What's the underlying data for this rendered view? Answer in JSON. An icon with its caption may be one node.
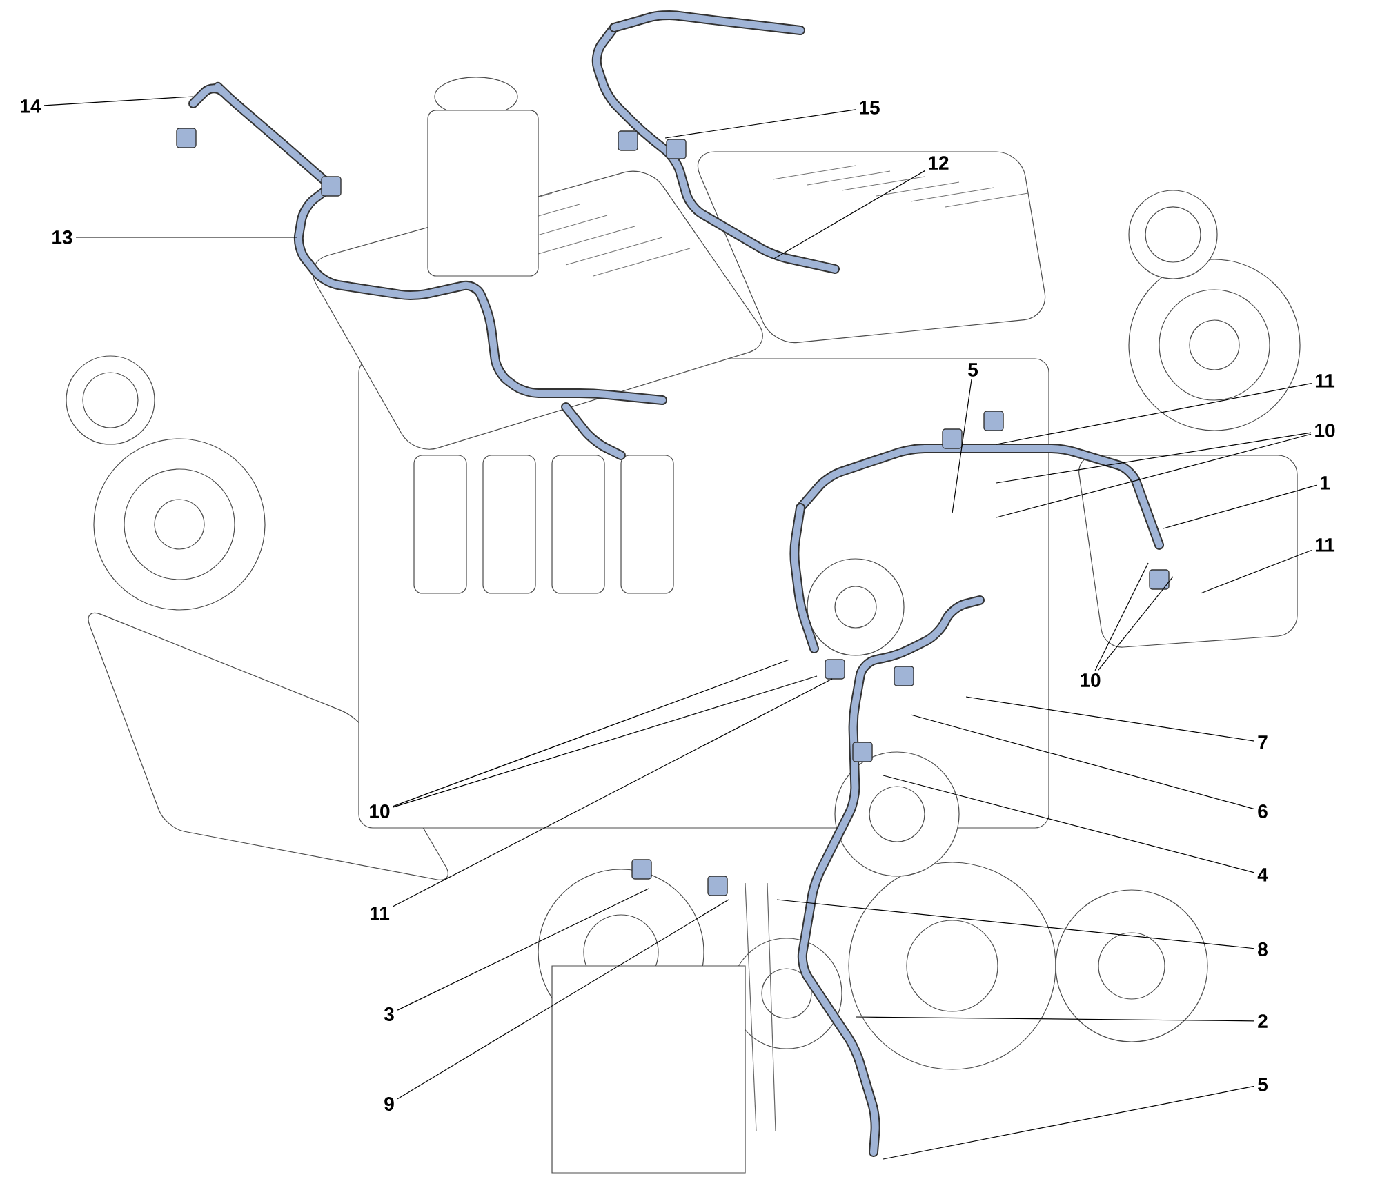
{
  "diagram": {
    "nodes": [
      {
        "text": [
          "14"
        ]
      },
      {
        "text": [
          "15"
        ]
      },
      {
        "text": [
          "12"
        ]
      },
      {
        "text": [
          "13"
        ]
      },
      {
        "text": [
          "5"
        ]
      },
      {
        "text": [
          "11"
        ]
      },
      {
        "text": [
          "10"
        ]
      },
      {
        "text": [
          "1"
        ]
      },
      {
        "text": [
          "11"
        ]
      },
      {
        "text": [
          "10"
        ]
      },
      {
        "text": [
          "7"
        ]
      },
      {
        "text": [
          "10"
        ]
      },
      {
        "text": [
          "6"
        ]
      },
      {
        "text": [
          "4"
        ]
      },
      {
        "text": [
          "11"
        ]
      },
      {
        "text": [
          "8"
        ]
      },
      {
        "text": [
          "3"
        ]
      },
      {
        "text": [
          "2"
        ]
      },
      {
        "text": [
          "9"
        ]
      },
      {
        "text": [
          "5"
        ]
      }
    ],
    "edges": [
      {
        "from": 0,
        "to": null,
        "arrow": "none"
      },
      {
        "from": 1,
        "to": null,
        "arrow": "none"
      },
      {
        "from": 2,
        "to": null,
        "arrow": "none"
      },
      {
        "from": 3,
        "to": null,
        "arrow": "none"
      },
      {
        "from": 4,
        "to": null,
        "arrow": "none"
      },
      {
        "from": 5,
        "to": null,
        "arrow": "none"
      },
      {
        "from": 6,
        "to": null,
        "arrow": "none"
      },
      {
        "from": 6,
        "to": null,
        "arrow": "none"
      },
      {
        "from": 7,
        "to": null,
        "arrow": "none"
      },
      {
        "from": 8,
        "to": null,
        "arrow": "none"
      },
      {
        "from": 9,
        "to": null,
        "arrow": "none"
      },
      {
        "from": 9,
        "to": null,
        "arrow": "none"
      },
      {
        "from": 10,
        "to": null,
        "arrow": "none"
      },
      {
        "from": 11,
        "to": null,
        "arrow": "none"
      },
      {
        "from": 11,
        "to": null,
        "arrow": "none"
      },
      {
        "from": 12,
        "to": null,
        "arrow": "none"
      },
      {
        "from": 13,
        "to": null,
        "arrow": "none"
      },
      {
        "from": 14,
        "to": null,
        "arrow": "none"
      },
      {
        "from": 15,
        "to": null,
        "arrow": "none"
      },
      {
        "from": 16,
        "to": null,
        "arrow": "none"
      },
      {
        "from": 17,
        "to": null,
        "arrow": "none"
      },
      {
        "from": 18,
        "to": null,
        "arrow": "none"
      },
      {
        "from": 19,
        "to": null,
        "arrow": "none"
      }
    ]
  }
}
